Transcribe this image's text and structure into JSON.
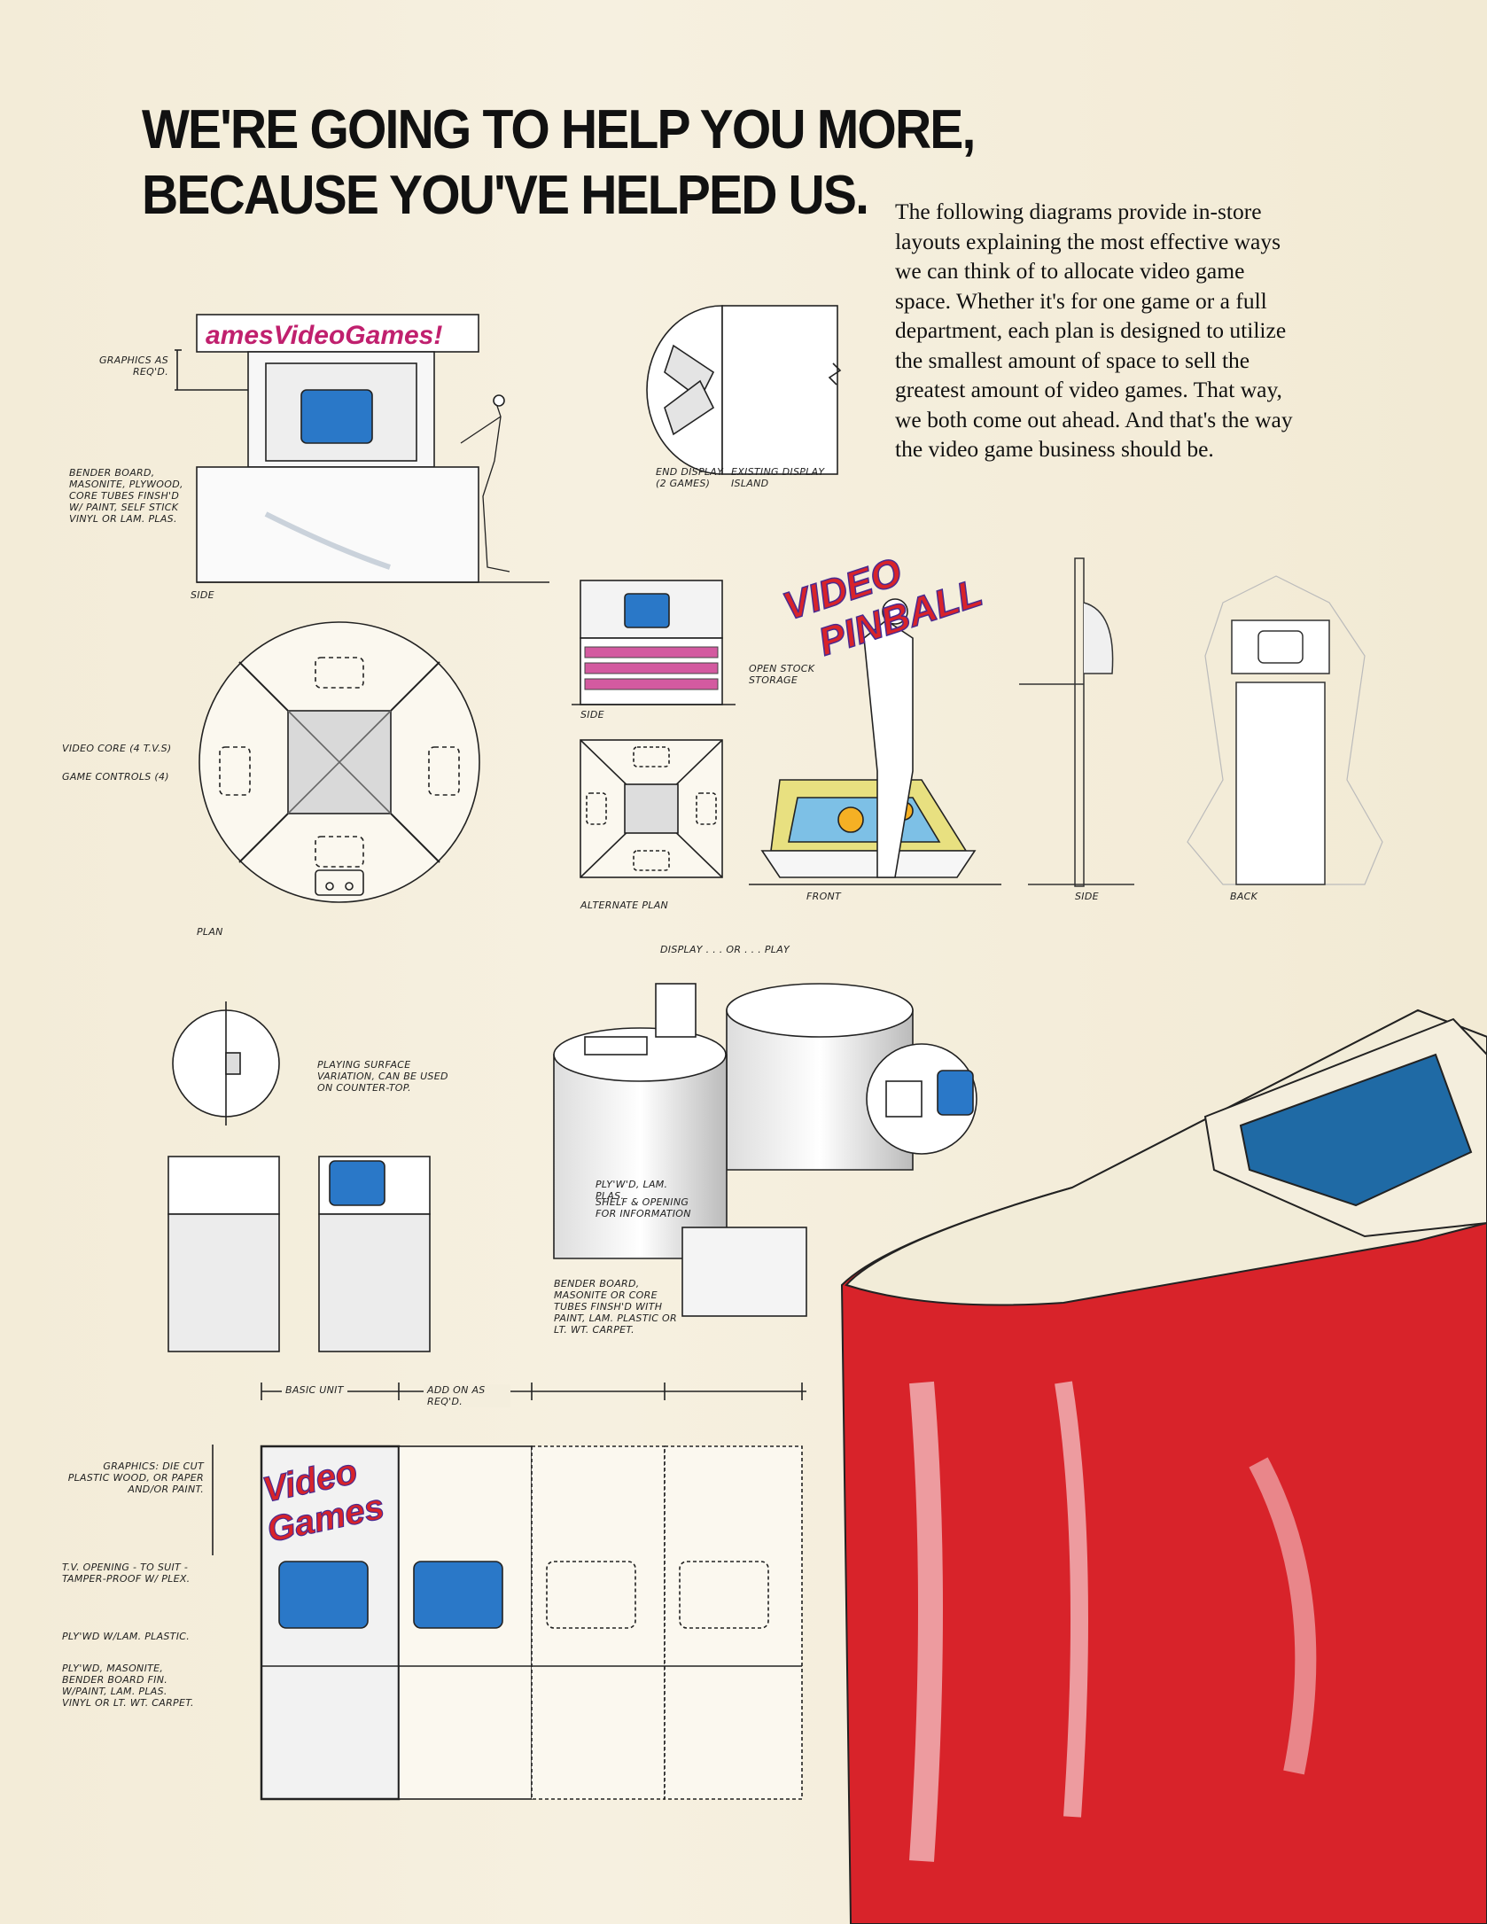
{
  "headline": {
    "line1": "WE'RE GOING TO HELP YOU MORE,",
    "line2": "BECAUSE YOU'VE HELPED US."
  },
  "intro_text": "The following diagrams provide in-store layouts explaining the most effective ways we can think of to allocate video game space. Whether it's for one game or a full department, each plan is designed to utilize the smallest amount of space to sell the greatest amount of video games. That way, we both come out ahead. And that's the way the video game business should be.",
  "diagram_labels": {
    "kiosk_sign": "amesVideoGames!",
    "graphics_as_reqd": "GRAPHICS AS REQ'D.",
    "bender_board_1": "BENDER BOARD, MASONITE, PLYWOOD, CORE TUBES FINSH'D W/ PAINT, SELF STICK VINYL OR LAM. PLAS.",
    "side_1": "SIDE",
    "end_display": "END DISPLAY (2 GAMES)",
    "existing_display": "EXISTING DISPLAY ISLAND",
    "video_core": "VIDEO CORE (4 T.V.S)",
    "game_controls": "GAME CONTROLS (4)",
    "plan": "PLAN",
    "side_2": "SIDE",
    "open_stock": "OPEN STOCK STORAGE",
    "alternate_plan": "ALTERNATE PLAN",
    "pinball_sign_1": "VIDEO",
    "pinball_sign_2": "PINBALL",
    "front": "FRONT",
    "side_3": "SIDE",
    "back": "BACK",
    "display_or_play": "DISPLAY . . . OR . . . PLAY",
    "playing_surface": "PLAYING SURFACE VARIATION, CAN BE USED ON COUNTER-TOP.",
    "plywd_lam": "PLY'W'D, LAM. PLAS.",
    "shelf_opening": "SHELF & OPENING FOR INFORMATION",
    "bender_board_2": "BENDER BOARD, MASONITE OR CORE TUBES FINSH'D WITH PAINT, LAM. PLASTIC OR LT. WT. CARPET.",
    "basic_unit": "BASIC UNIT",
    "add_on": "ADD ON AS REQ'D.",
    "graphics_die_cut": "GRAPHICS: DIE CUT PLASTIC WOOD, OR PAPER AND/OR PAINT.",
    "wall_sign_1": "Video",
    "wall_sign_2": "Games",
    "tv_opening": "T.V. OPENING - TO SUIT - TAMPER-PROOF W/ PLEX.",
    "plywd_w_lam": "PLY'WD W/LAM. PLASTIC.",
    "plywd_masonite": "PLY'WD, MASONITE, BENDER BOARD FIN. W/PAINT, LAM. PLAS. VINYL OR LT. WT. CARPET."
  },
  "colors": {
    "paper": "#f4eedd",
    "screen_blue": "#2a78c8",
    "cabinet_red": "#d8232a",
    "sign_magenta": "#c0206e",
    "ink": "#222222"
  }
}
